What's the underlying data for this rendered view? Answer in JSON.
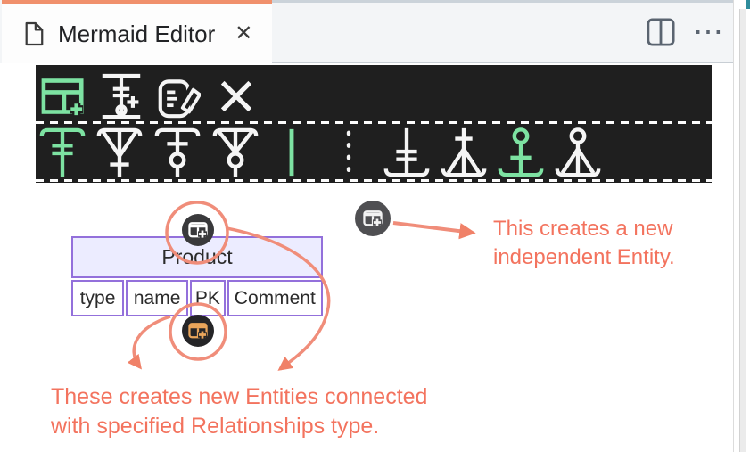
{
  "tab": {
    "title": "Mermaid Editor",
    "close_glyph": "✕"
  },
  "tabbar": {
    "more_glyph": "⋯"
  },
  "toolbar": {
    "row1": [
      {
        "name": "add-entity-button",
        "icon": "table-plus-icon",
        "active": true
      },
      {
        "name": "add-relationship-button",
        "icon": "relationship-plus-icon",
        "active": false
      },
      {
        "name": "edit-code-button",
        "icon": "note-pencil-icon",
        "active": false
      },
      {
        "name": "delete-button",
        "icon": "x-mark-icon",
        "active": false
      }
    ],
    "row2": [
      {
        "name": "cardinality-exactly-one-a-button",
        "icon": "exactly-one-top-icon",
        "active": true
      },
      {
        "name": "cardinality-one-or-more-a-button",
        "icon": "one-or-more-top-icon",
        "active": false
      },
      {
        "name": "cardinality-zero-or-one-a-button",
        "icon": "zero-or-one-top-icon",
        "active": false
      },
      {
        "name": "cardinality-zero-or-more-a-button",
        "icon": "zero-or-more-top-icon",
        "active": false
      },
      {
        "name": "line-solid-button",
        "icon": "solid-line-icon",
        "active": true
      },
      {
        "name": "line-dotted-button",
        "icon": "dotted-line-icon",
        "active": false
      },
      {
        "name": "cardinality-exactly-one-b-button",
        "icon": "exactly-one-bottom-icon",
        "active": false
      },
      {
        "name": "cardinality-one-or-more-b-button",
        "icon": "one-or-more-bottom-icon",
        "active": false
      },
      {
        "name": "cardinality-zero-or-one-b-button",
        "icon": "zero-or-one-bottom-icon",
        "active": true
      },
      {
        "name": "cardinality-zero-or-more-b-button",
        "icon": "zero-or-more-bottom-icon",
        "active": false
      }
    ]
  },
  "entity": {
    "title": "Product",
    "columns": [
      "type",
      "name",
      "PK",
      "Comment"
    ]
  },
  "canvas_buttons": [
    {
      "name": "add-connected-entity-above-button",
      "icon": "entity-plus-icon"
    },
    {
      "name": "add-connected-entity-below-button",
      "icon": "entity-plus-icon"
    },
    {
      "name": "add-independent-entity-button",
      "icon": "entity-plus-icon"
    }
  ],
  "annotations": {
    "independent_line1": "This creates a new",
    "independent_line2": "independent Entity.",
    "connected_line1": "These creates new Entities connected",
    "connected_line2": "with specified Relationships type."
  },
  "colors": {
    "active_green": "#7DE2A2",
    "toolbar_bg": "#1F1F1F",
    "tab_accent": "#F0906C",
    "annotation_red": "#F3735E",
    "entity_border": "#9370DB",
    "entity_header_bg": "#ECECFF",
    "button_icon_orange": "#E9A55B"
  }
}
